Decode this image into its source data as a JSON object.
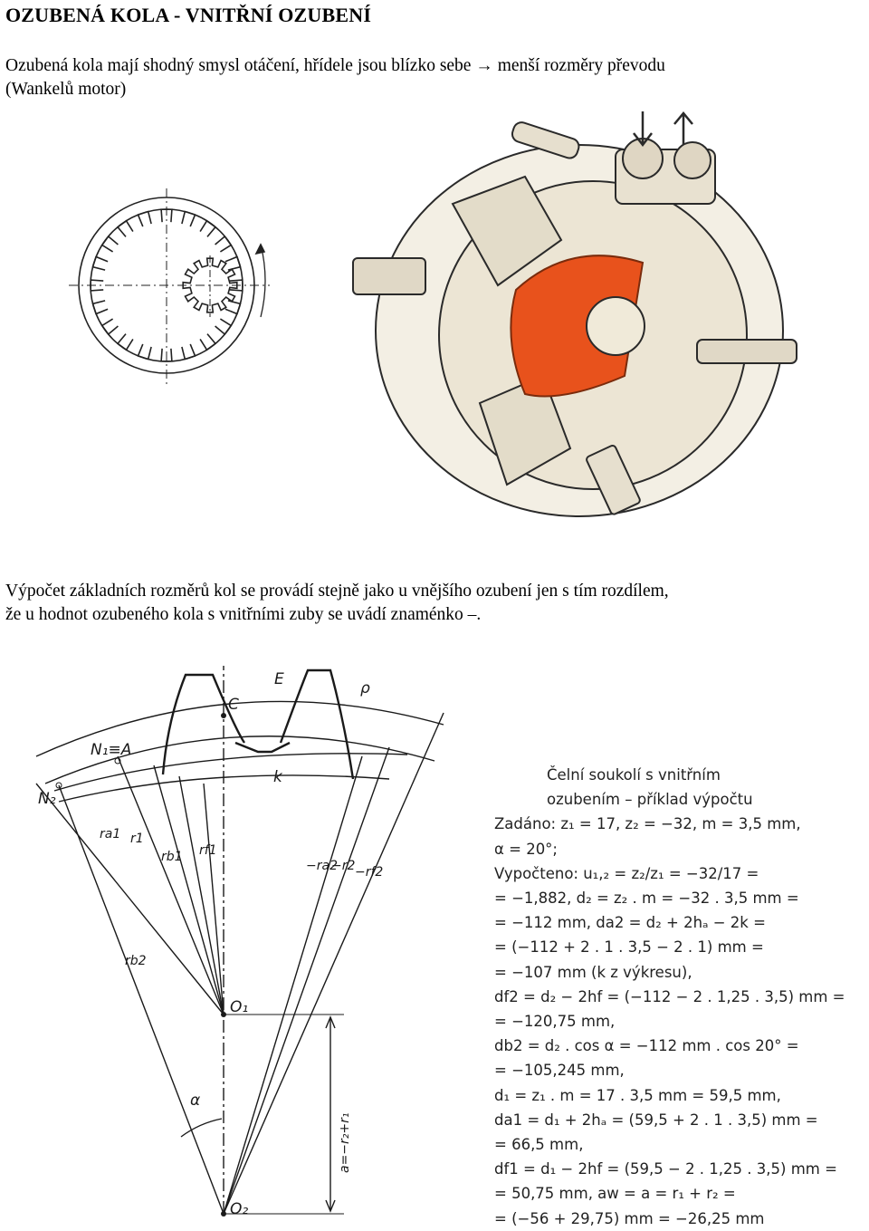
{
  "heading": "OZUBENÁ KOLA - VNITŘNÍ OZUBENÍ",
  "intro_line1": "Ozubená kola mají shodný smysl otáčení, hřídele jsou blízko sebe → menší rozměry převodu",
  "intro_line2": "(Wankelů motor)",
  "method_line1": "Výpočet základních rozměrů kol se provádí stejně jako u vnějšího ozubení jen s tím rozdílem,",
  "method_line2": "že u hodnot ozubeného kola s vnitřními zuby se uvádí znaménko –.",
  "geometry_labels": {
    "E": "E",
    "rho": "ρ",
    "C": "C",
    "N1A": "N₁≡A",
    "k": "k",
    "N2": "N₂",
    "ra1": "ra1",
    "r1": "r1",
    "rb1": "rb1",
    "rf1": "rf1",
    "ra2": "−ra2",
    "r2": "−r2",
    "rf2": "−rf2",
    "rb2": "rb2",
    "O1": "O₁",
    "O2": "O₂",
    "alpha": "α",
    "a": "a=−r₂+r₁"
  },
  "calc_example": {
    "lines": [
      "Čelní soukolí s vnitřním",
      "ozubením – příklad výpočtu",
      "Zadáno: z₁ = 17, z₂ = −32, m = 3,5 mm,",
      "α = 20°;",
      "Vypočteno: u₁,₂ = z₂/z₁ = −32/17 =",
      "= −1,882, d₂ = z₂ . m = −32 . 3,5 mm =",
      "= −112 mm, da2 = d₂ + 2hₐ − 2k =",
      "= (−112 + 2 . 1 . 3,5 − 2 . 1) mm =",
      "= −107 mm (k z výkresu),",
      "df2 = d₂ − 2hf = (−112 − 2 . 1,25 . 3,5) mm =",
      "= −120,75 mm,",
      "db2 = d₂ . cos α = −112 mm . cos 20° =",
      "= −105,245 mm,",
      "d₁ = z₁ . m = 17 . 3,5 mm = 59,5 mm,",
      "da1 = d₁ + 2hₐ = (59,5 + 2 . 1 . 3,5) mm =",
      "= 66,5 mm,",
      "df1 = d₁ − 2hf = (59,5 − 2 . 1,25 . 3,5) mm =",
      "= 50,75 mm, aw = a = r₁ + r₂ =",
      "= (−56 + 29,75) mm = −26,25 mm"
    ]
  },
  "colors": {
    "rotor": "#e8521c",
    "engine_fill": "#f3efe4",
    "line": "#1a1a1a"
  }
}
